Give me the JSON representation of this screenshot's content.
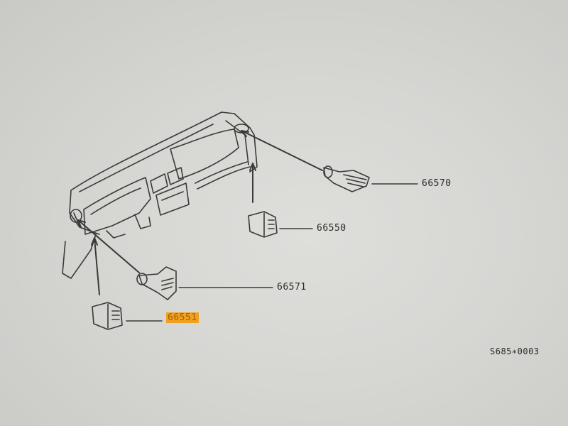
{
  "parts": [
    {
      "id": "66570",
      "label": "66570",
      "highlighted": false
    },
    {
      "id": "66550",
      "label": "66550",
      "highlighted": false
    },
    {
      "id": "66571",
      "label": "66571",
      "highlighted": false
    },
    {
      "id": "66551",
      "label": "66551",
      "highlighted": true
    }
  ],
  "diagram_code": "S685∗0003",
  "colors": {
    "line": "#3a3a3a",
    "highlight": "#f2a020"
  }
}
